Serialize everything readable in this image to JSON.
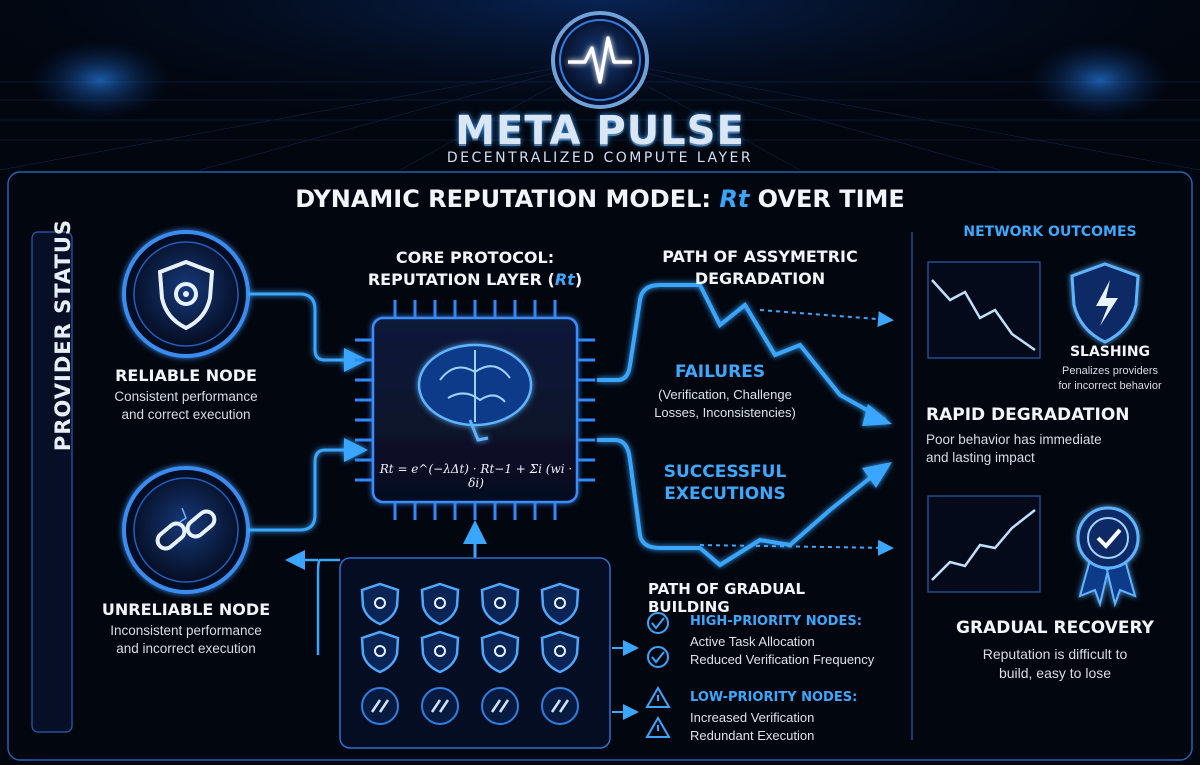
{
  "brand": {
    "name": "META PULSE",
    "tagline": "DECENTRALIZED COMPUTE LAYER"
  },
  "title": {
    "prefix": "DYNAMIC REPUTATION MODEL: ",
    "symbol": "Rt",
    "suffix": " OVER TIME"
  },
  "provider_status": "PROVIDER STATUS",
  "nodes": {
    "reliable": {
      "label": "RELIABLE NODE",
      "desc1": "Consistent performance",
      "desc2": "and correct execution"
    },
    "unreliable": {
      "label": "UNRELIABLE NODE",
      "desc1": "Inconsistent performance",
      "desc2": "and incorrect execution"
    }
  },
  "core": {
    "line1": "CORE PROTOCOL:",
    "line2": "REPUTATION LAYER (",
    "symbol": "Rt",
    "close": ")"
  },
  "formula": "Rt = e^(−λΔt) · Rt−1 + Σi (wi · δi)",
  "paths": {
    "degradation1": "PATH OF ASSYMETRIC",
    "degradation2": "DEGRADATION",
    "failures": "FAILURES",
    "failures_desc1": "(Verification, Challenge",
    "failures_desc2": "Losses, Inconsistencies)",
    "success1": "SUCCESSFUL",
    "success2": "EXECUTIONS",
    "gradual": "PATH OF GRADUAL BUILDING"
  },
  "priority": {
    "high": {
      "title": "HIGH-PRIORITY NODES:",
      "item1": "Active Task Allocation",
      "item2": "Reduced Verification Frequency"
    },
    "low": {
      "title": "LOW-PRIORITY NODES:",
      "item1": "Increased Verification",
      "item2": "Redundant Execution"
    }
  },
  "outcomes": {
    "header": "NETWORK OUTCOMES",
    "slashing": "SLASHING",
    "slashing_desc1": "Penalizes providers",
    "slashing_desc2": "for incorrect behavior",
    "rapid": "RAPID DEGRADATION",
    "rapid_desc1": "Poor behavior has immediate",
    "rapid_desc2": "and lasting impact",
    "gradual": "GRADUAL RECOVERY",
    "gradual_desc1": "Reputation is difficult to",
    "gradual_desc2": "build, easy to lose"
  },
  "colors": {
    "accent": "#2f9bff",
    "background": "#02060f",
    "glow": "#1a6dff"
  }
}
